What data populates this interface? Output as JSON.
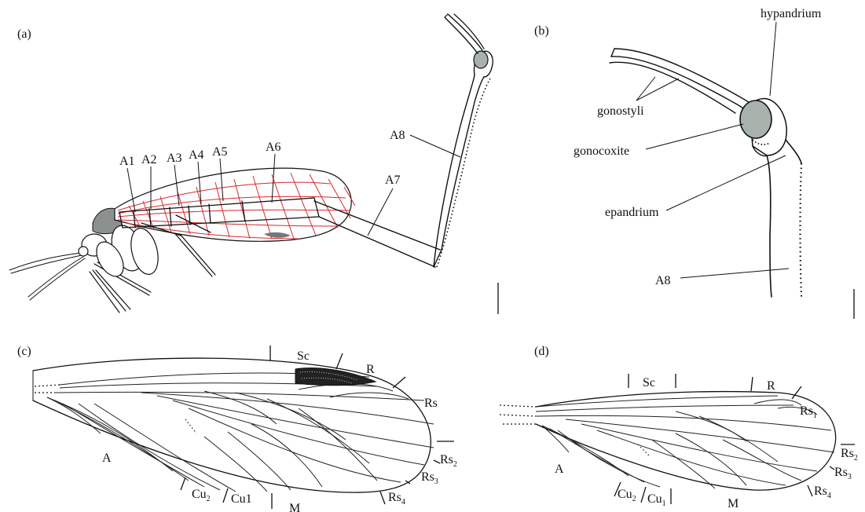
{
  "colors": {
    "background": "#ffffff",
    "ink": "#111111",
    "wing_veins_a": "#d8282e",
    "gonocoxite_fill": "#a9b1ad",
    "head_fill": "#8c918f",
    "pterostigma": "#222222"
  },
  "panels": {
    "a": {
      "label": "(a)",
      "segments": [
        "A1",
        "A2",
        "A3",
        "A4",
        "A5",
        "A6",
        "A7",
        "A8"
      ]
    },
    "b": {
      "label": "(b)",
      "hypandrium": "hypandrium",
      "gonostyli": "gonostyli",
      "gonocoxite": "gonocoxite",
      "epandrium": "epandrium",
      "a8": "A8"
    },
    "c": {
      "label": "(c)",
      "sc": "Sc",
      "r": "R",
      "rs": "Rs",
      "a": "A",
      "m": "M",
      "rs2": "Rs",
      "rs2_sub": "2",
      "rs3": "Rs",
      "rs3_sub": "3",
      "rs4": "Rs",
      "rs4_sub": "4",
      "cu2": "Cu",
      "cu2_sub": "2",
      "cu1": "Cu1"
    },
    "d": {
      "label": "(d)",
      "sc": "Sc",
      "r": "R",
      "a": "A",
      "m": "M",
      "rs1": "Rs",
      "rs1_sub": "1",
      "rs2": "Rs",
      "rs2_sub": "2",
      "rs3": "Rs",
      "rs3_sub": "3",
      "rs4": "Rs",
      "rs4_sub": "4",
      "cu2": "Cu",
      "cu2_sub": "2",
      "cu1": "Cu",
      "cu1_sub": "1"
    }
  }
}
